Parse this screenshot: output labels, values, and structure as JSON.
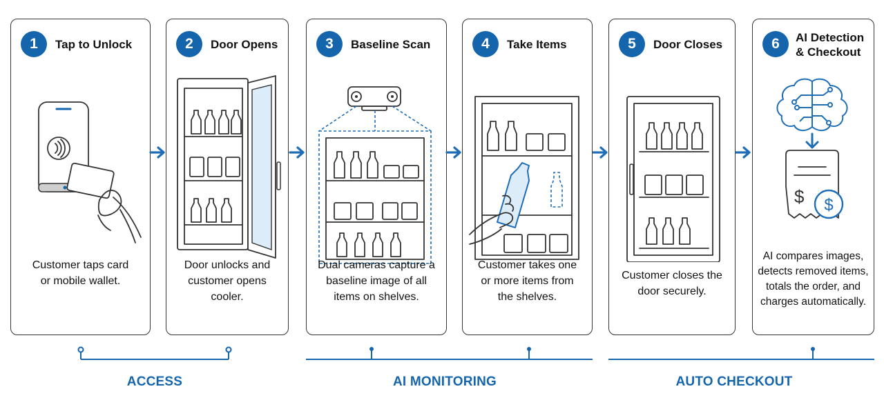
{
  "steps": [
    {
      "num": "1",
      "title": "Tap to Unlock",
      "description": "Customer taps card or mobile wallet."
    },
    {
      "num": "2",
      "title": "Door Opens",
      "description": "Door unlocks and customer opens cooler."
    },
    {
      "num": "3",
      "title": "Baseline Scan",
      "description": "Dual cameras capture a baseline image of all items on shelves."
    },
    {
      "num": "4",
      "title": "Take Items",
      "description": "Customer takes one or more items from the shelves."
    },
    {
      "num": "5",
      "title": "Door Closes",
      "description": "Customer closes the door securely."
    },
    {
      "num": "6",
      "title": "AI Detection & Checkout",
      "description": "AI compares images, detects removed items, totals the order, and charges automatically."
    }
  ],
  "phases": [
    {
      "label": "ACCESS"
    },
    {
      "label": "AI MONITORING"
    },
    {
      "label": "AUTO CHECKOUT"
    }
  ],
  "colors": {
    "accent": "#1565ad",
    "outline": "#333333",
    "screen_blue": "#dcecf8"
  },
  "icons": [
    "nfc-icon",
    "payment-card-icon",
    "hand-icon",
    "cooler-icon",
    "dual-camera-icon",
    "bottle-icon",
    "brain-circuit-icon",
    "receipt-icon",
    "dollar-coin-icon",
    "arrow-right-icon"
  ]
}
